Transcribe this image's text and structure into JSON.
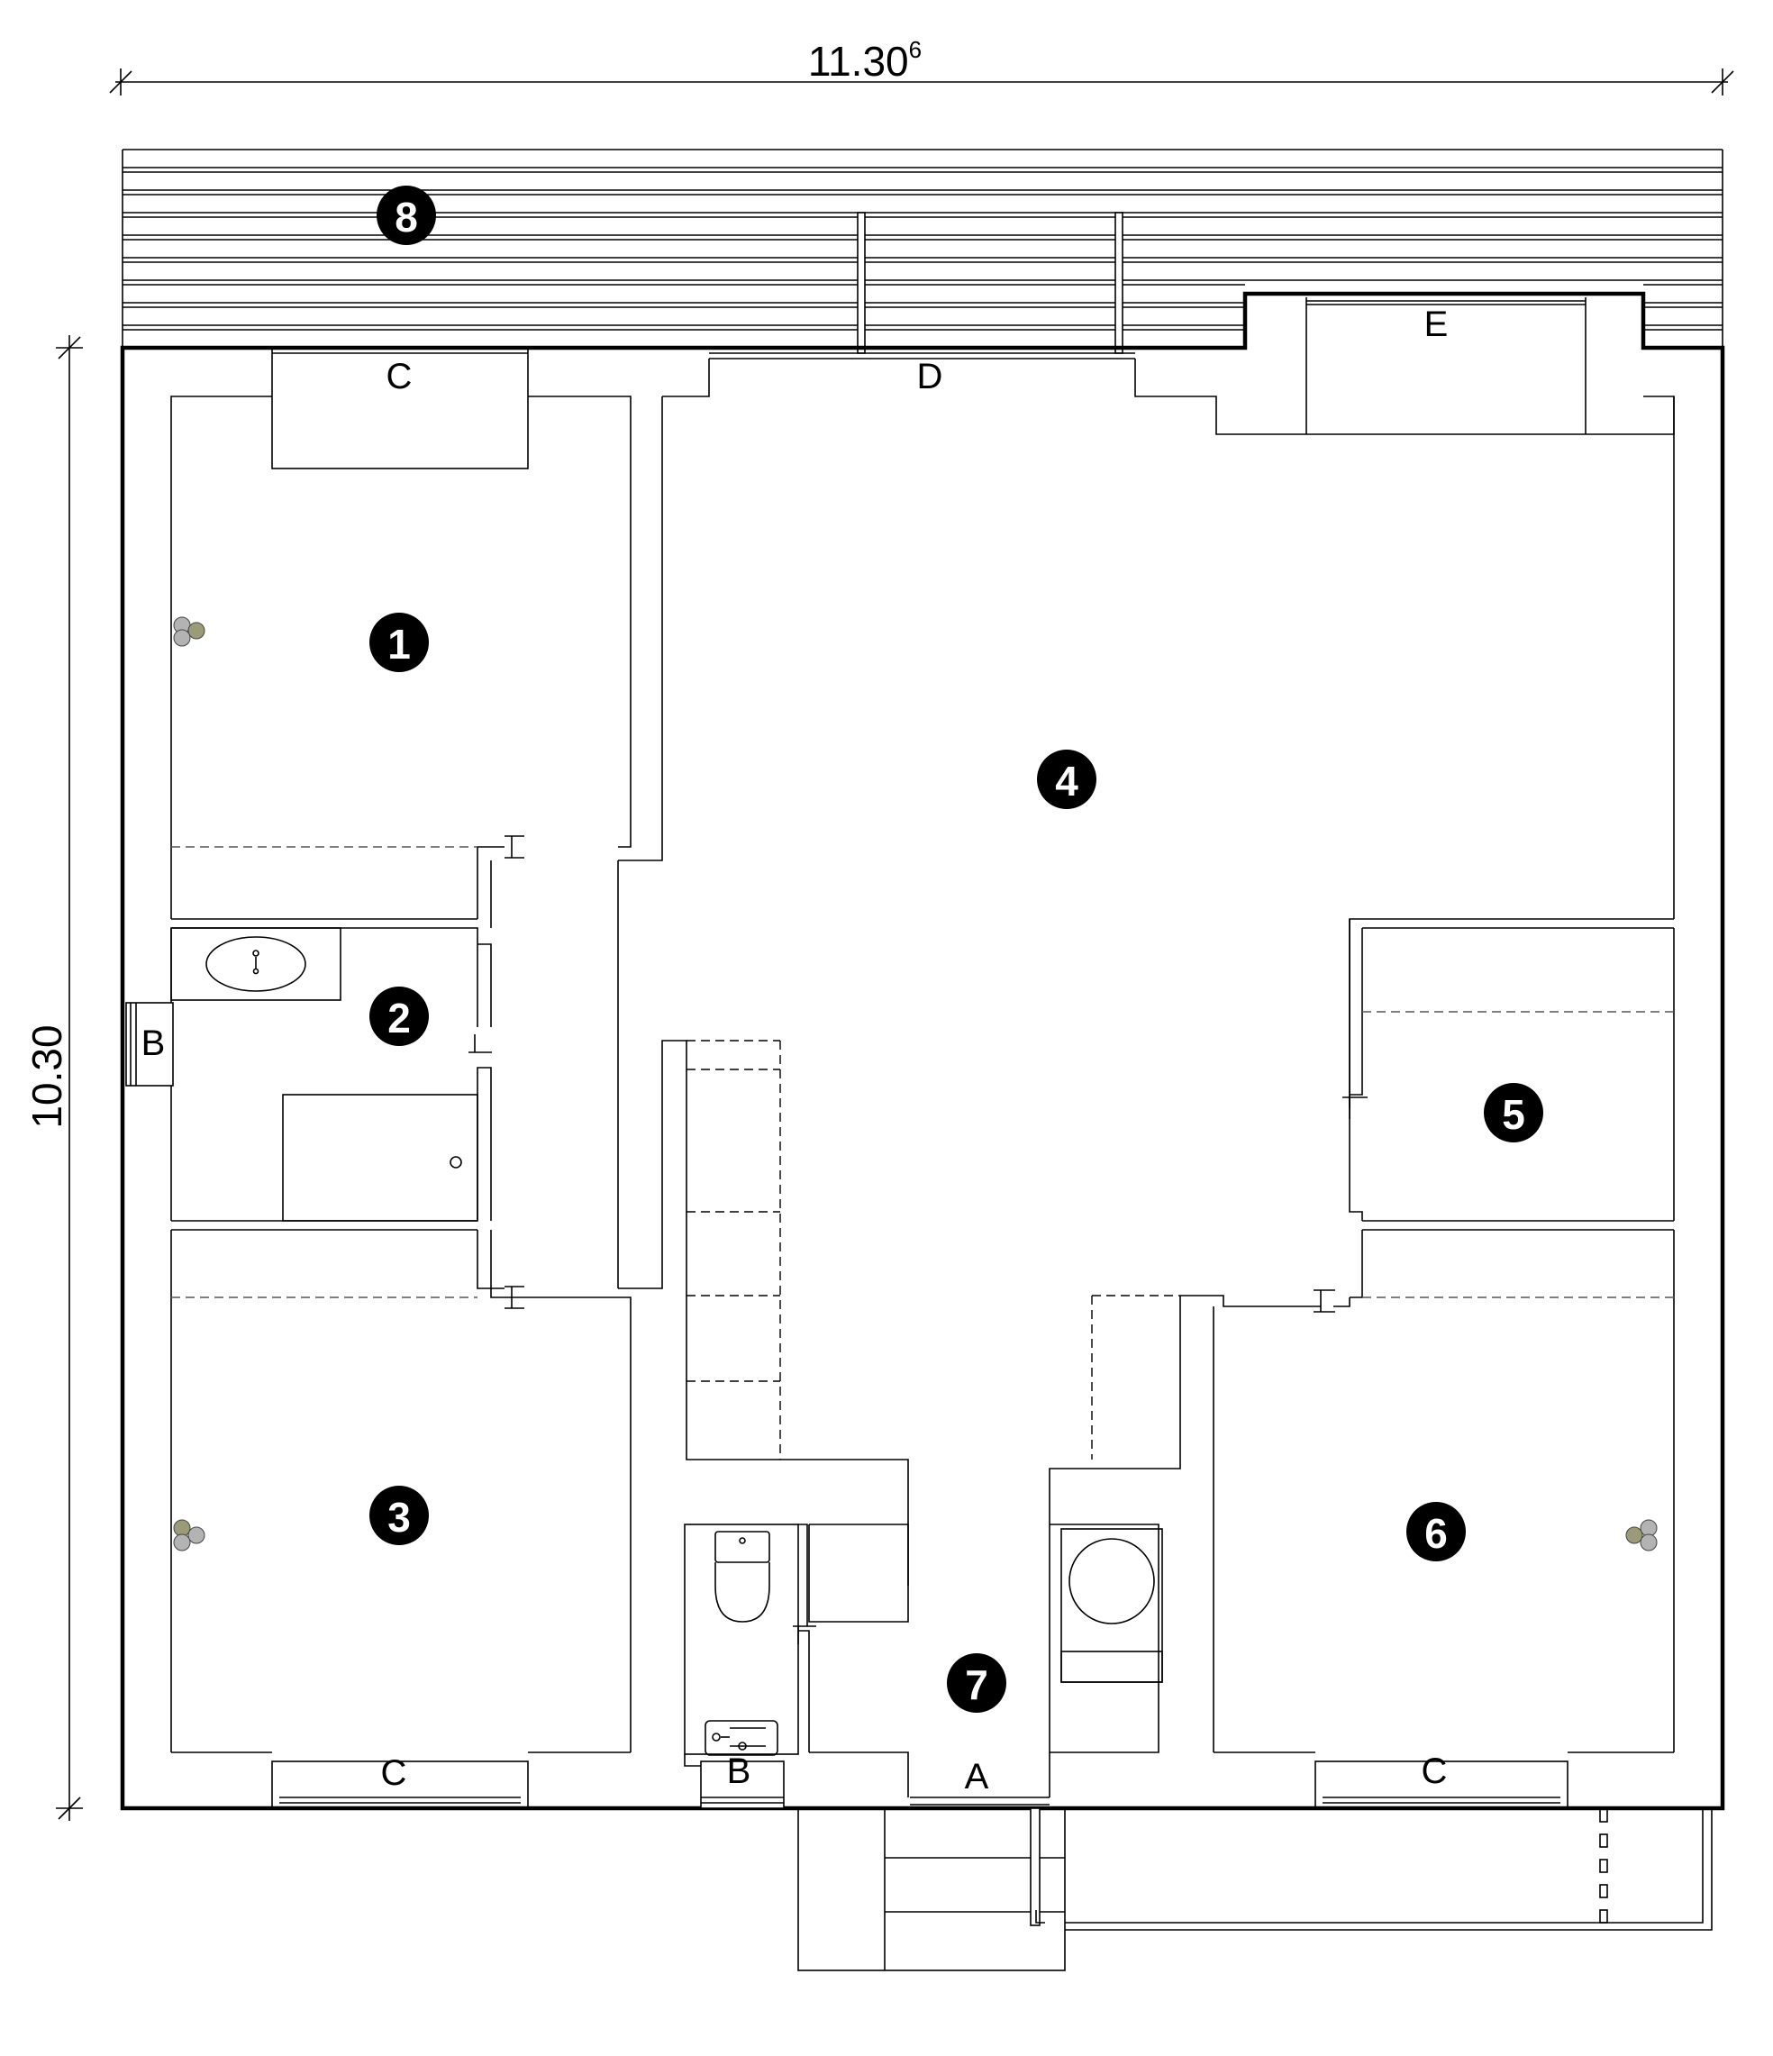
{
  "dimensions": {
    "width": {
      "value": "11.30",
      "superscript": "6"
    },
    "height": {
      "value": "10.30"
    }
  },
  "room_numbers": [
    "1",
    "2",
    "3",
    "4",
    "5",
    "6",
    "7",
    "8"
  ],
  "element_labels": {
    "a": "A",
    "b": "B",
    "c": "C",
    "d": "D",
    "e": "E"
  },
  "colors": {
    "lines": "#000000",
    "number_marker": "#000000",
    "light_fixture_olive": "#9b9b7a",
    "light_fixture_gray": "#b3b3b3"
  }
}
